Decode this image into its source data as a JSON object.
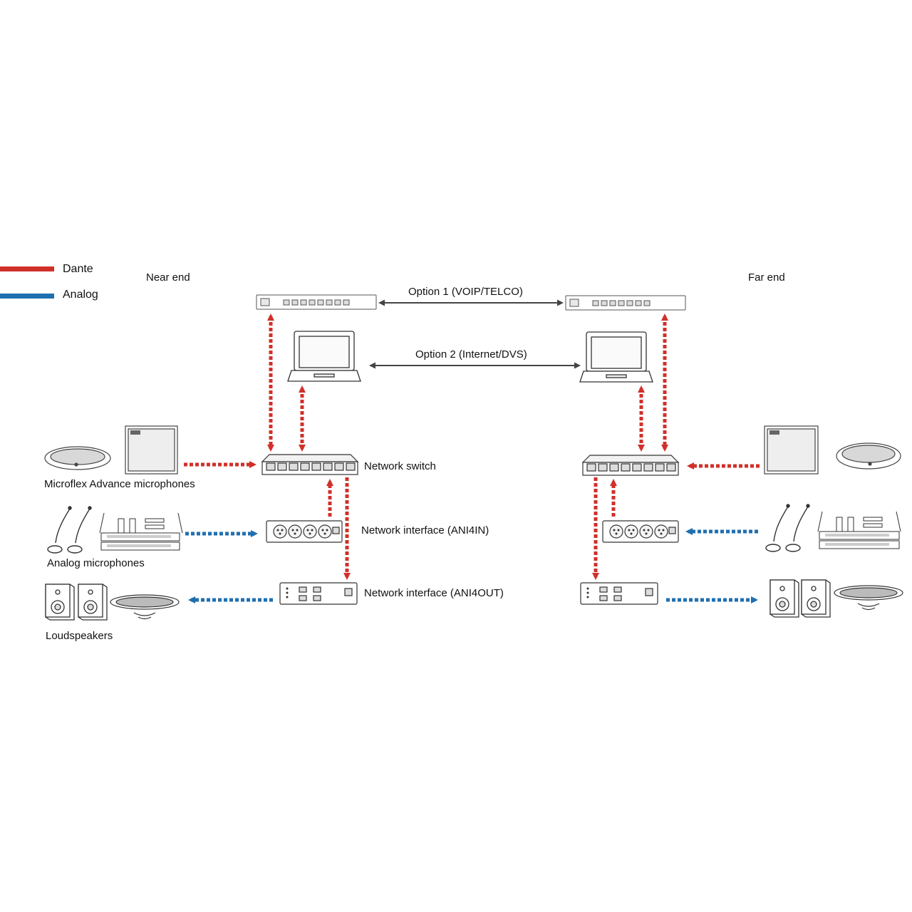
{
  "legend": [
    {
      "label": "Dante",
      "color": "#d0302a"
    },
    {
      "label": "Analog",
      "color": "#1f6fb0"
    }
  ],
  "sites": {
    "near": "Near end",
    "far": "Far end"
  },
  "options": {
    "option1": "Option 1 (VOIP/TELCO)",
    "option2": "Option 2 (Internet/DVS)"
  },
  "devices": {
    "switch": "Network switch",
    "ani4in": "Network interface (ANI4IN)",
    "ani4out": "Network interface (ANI4OUT)"
  },
  "sources": {
    "microflex": "Microflex Advance microphones",
    "analog_mics": "Analog microphones",
    "loudspeakers": "Loudspeakers"
  },
  "colors": {
    "dante": "#d0302a",
    "analog": "#1f6fb0",
    "link": "#444444"
  },
  "icons": [
    "table-mic-icon",
    "ceiling-mic-icon",
    "gooseneck-mic-icon",
    "wireless-receiver-icon",
    "speaker-icon",
    "ceiling-speaker-icon",
    "laptop-icon",
    "network-switch-icon",
    "voip-gateway-icon",
    "ani4in-icon",
    "ani4out-icon"
  ]
}
